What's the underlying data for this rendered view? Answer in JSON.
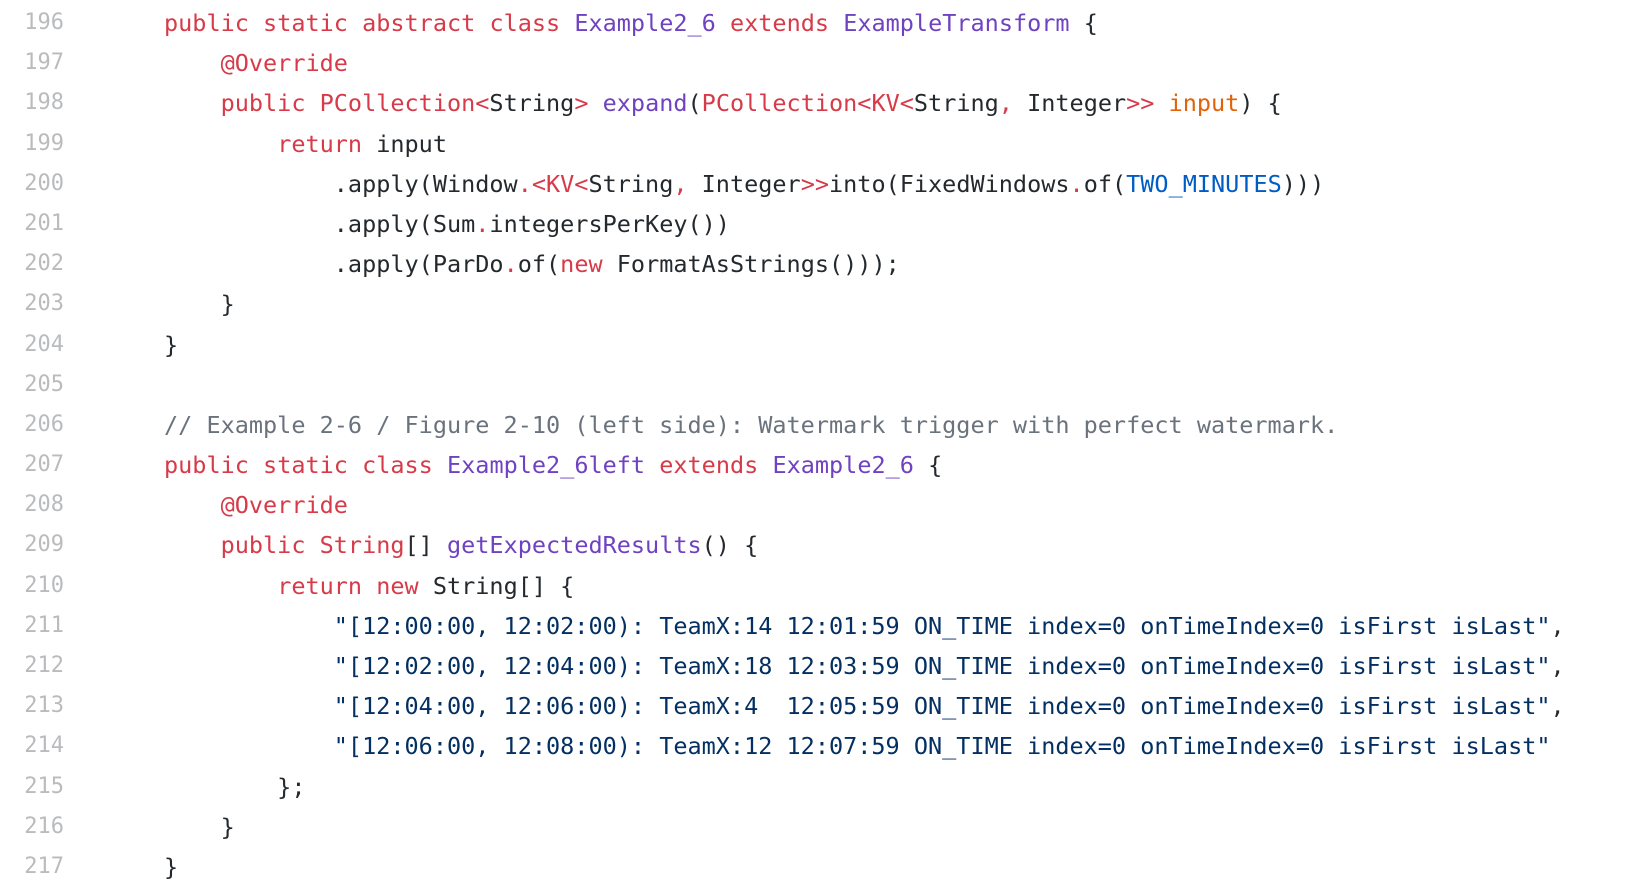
{
  "editor": {
    "colors": {
      "keyword": "#d73a49",
      "entity": "#6f42c1",
      "comment": "#6a737d",
      "constant": "#005cc5",
      "parameter": "#e36209",
      "string": "#032f62",
      "text": "#24292e",
      "line_number": "#babbbd"
    },
    "lines": [
      {
        "number": "196",
        "tokens": [
          {
            "t": "public",
            "c": "kw"
          },
          {
            "t": " ",
            "c": ""
          },
          {
            "t": "static",
            "c": "kw"
          },
          {
            "t": " ",
            "c": ""
          },
          {
            "t": "abstract",
            "c": "kw"
          },
          {
            "t": " ",
            "c": ""
          },
          {
            "t": "class",
            "c": "kw"
          },
          {
            "t": " ",
            "c": ""
          },
          {
            "t": "Example2_6",
            "c": "en"
          },
          {
            "t": " ",
            "c": ""
          },
          {
            "t": "extends",
            "c": "kw"
          },
          {
            "t": " ",
            "c": ""
          },
          {
            "t": "ExampleTransform",
            "c": "en"
          },
          {
            "t": " {",
            "c": ""
          }
        ]
      },
      {
        "number": "197",
        "tokens": [
          {
            "t": "    ",
            "c": ""
          },
          {
            "t": "@Override",
            "c": "kw"
          }
        ]
      },
      {
        "number": "198",
        "tokens": [
          {
            "t": "    ",
            "c": ""
          },
          {
            "t": "public",
            "c": "kw"
          },
          {
            "t": " ",
            "c": ""
          },
          {
            "t": "PCollection<",
            "c": "kw"
          },
          {
            "t": "String",
            "c": ""
          },
          {
            "t": ">",
            "c": "kw"
          },
          {
            "t": " ",
            "c": ""
          },
          {
            "t": "expand",
            "c": "en"
          },
          {
            "t": "(",
            "c": ""
          },
          {
            "t": "PCollection<KV<",
            "c": "kw"
          },
          {
            "t": "String",
            "c": ""
          },
          {
            "t": ",",
            "c": "kw"
          },
          {
            "t": " Integer",
            "c": ""
          },
          {
            "t": ">>",
            "c": "kw"
          },
          {
            "t": " ",
            "c": ""
          },
          {
            "t": "input",
            "c": "pm"
          },
          {
            "t": ") {",
            "c": ""
          }
        ]
      },
      {
        "number": "199",
        "tokens": [
          {
            "t": "        ",
            "c": ""
          },
          {
            "t": "return",
            "c": "kw"
          },
          {
            "t": " input",
            "c": ""
          }
        ]
      },
      {
        "number": "200",
        "tokens": [
          {
            "t": "            .apply(Window",
            "c": ""
          },
          {
            "t": ".<KV<",
            "c": "kw"
          },
          {
            "t": "String",
            "c": ""
          },
          {
            "t": ",",
            "c": "kw"
          },
          {
            "t": " Integer",
            "c": ""
          },
          {
            "t": ">>",
            "c": "kw"
          },
          {
            "t": "into(FixedWindows",
            "c": ""
          },
          {
            "t": ".",
            "c": "kw"
          },
          {
            "t": "of(",
            "c": ""
          },
          {
            "t": "TWO_MINUTES",
            "c": "c1"
          },
          {
            "t": ")))",
            "c": ""
          }
        ]
      },
      {
        "number": "201",
        "tokens": [
          {
            "t": "            .apply(Sum",
            "c": ""
          },
          {
            "t": ".",
            "c": "kw"
          },
          {
            "t": "integersPerKey())",
            "c": ""
          }
        ]
      },
      {
        "number": "202",
        "tokens": [
          {
            "t": "            .apply(ParDo",
            "c": ""
          },
          {
            "t": ".",
            "c": "kw"
          },
          {
            "t": "of(",
            "c": ""
          },
          {
            "t": "new",
            "c": "kw"
          },
          {
            "t": " FormatAsStrings()));",
            "c": ""
          }
        ]
      },
      {
        "number": "203",
        "tokens": [
          {
            "t": "    }",
            "c": ""
          }
        ]
      },
      {
        "number": "204",
        "tokens": [
          {
            "t": "}",
            "c": ""
          }
        ]
      },
      {
        "number": "205",
        "tokens": []
      },
      {
        "number": "206",
        "tokens": [
          {
            "t": "// Example 2-6 / Figure 2-10 (left side): Watermark trigger with perfect watermark.",
            "c": "cm"
          }
        ]
      },
      {
        "number": "207",
        "tokens": [
          {
            "t": "public",
            "c": "kw"
          },
          {
            "t": " ",
            "c": ""
          },
          {
            "t": "static",
            "c": "kw"
          },
          {
            "t": " ",
            "c": ""
          },
          {
            "t": "class",
            "c": "kw"
          },
          {
            "t": " ",
            "c": ""
          },
          {
            "t": "Example2_6left",
            "c": "en"
          },
          {
            "t": " ",
            "c": ""
          },
          {
            "t": "extends",
            "c": "kw"
          },
          {
            "t": " ",
            "c": ""
          },
          {
            "t": "Example2_6",
            "c": "en"
          },
          {
            "t": " {",
            "c": ""
          }
        ]
      },
      {
        "number": "208",
        "tokens": [
          {
            "t": "    ",
            "c": ""
          },
          {
            "t": "@Override",
            "c": "kw"
          }
        ]
      },
      {
        "number": "209",
        "tokens": [
          {
            "t": "    ",
            "c": ""
          },
          {
            "t": "public",
            "c": "kw"
          },
          {
            "t": " ",
            "c": ""
          },
          {
            "t": "String",
            "c": "kw"
          },
          {
            "t": "[] ",
            "c": ""
          },
          {
            "t": "getExpectedResults",
            "c": "en"
          },
          {
            "t": "() {",
            "c": ""
          }
        ]
      },
      {
        "number": "210",
        "tokens": [
          {
            "t": "        ",
            "c": ""
          },
          {
            "t": "return",
            "c": "kw"
          },
          {
            "t": " ",
            "c": ""
          },
          {
            "t": "new",
            "c": "kw"
          },
          {
            "t": " String[] {",
            "c": ""
          }
        ]
      },
      {
        "number": "211",
        "tokens": [
          {
            "t": "            ",
            "c": ""
          },
          {
            "t": "\"[12:00:00, 12:02:00): TeamX:14 12:01:59 ON_TIME index=0 onTimeIndex=0 isFirst isLast\"",
            "c": "st"
          },
          {
            "t": ",",
            "c": ""
          }
        ]
      },
      {
        "number": "212",
        "tokens": [
          {
            "t": "            ",
            "c": ""
          },
          {
            "t": "\"[12:02:00, 12:04:00): TeamX:18 12:03:59 ON_TIME index=0 onTimeIndex=0 isFirst isLast\"",
            "c": "st"
          },
          {
            "t": ",",
            "c": ""
          }
        ]
      },
      {
        "number": "213",
        "tokens": [
          {
            "t": "            ",
            "c": ""
          },
          {
            "t": "\"[12:04:00, 12:06:00): TeamX:4  12:05:59 ON_TIME index=0 onTimeIndex=0 isFirst isLast\"",
            "c": "st"
          },
          {
            "t": ",",
            "c": ""
          }
        ]
      },
      {
        "number": "214",
        "tokens": [
          {
            "t": "            ",
            "c": ""
          },
          {
            "t": "\"[12:06:00, 12:08:00): TeamX:12 12:07:59 ON_TIME index=0 onTimeIndex=0 isFirst isLast\"",
            "c": "st"
          }
        ]
      },
      {
        "number": "215",
        "tokens": [
          {
            "t": "        };",
            "c": ""
          }
        ]
      },
      {
        "number": "216",
        "tokens": [
          {
            "t": "    }",
            "c": ""
          }
        ]
      },
      {
        "number": "217",
        "tokens": [
          {
            "t": "}",
            "c": ""
          }
        ]
      }
    ]
  }
}
